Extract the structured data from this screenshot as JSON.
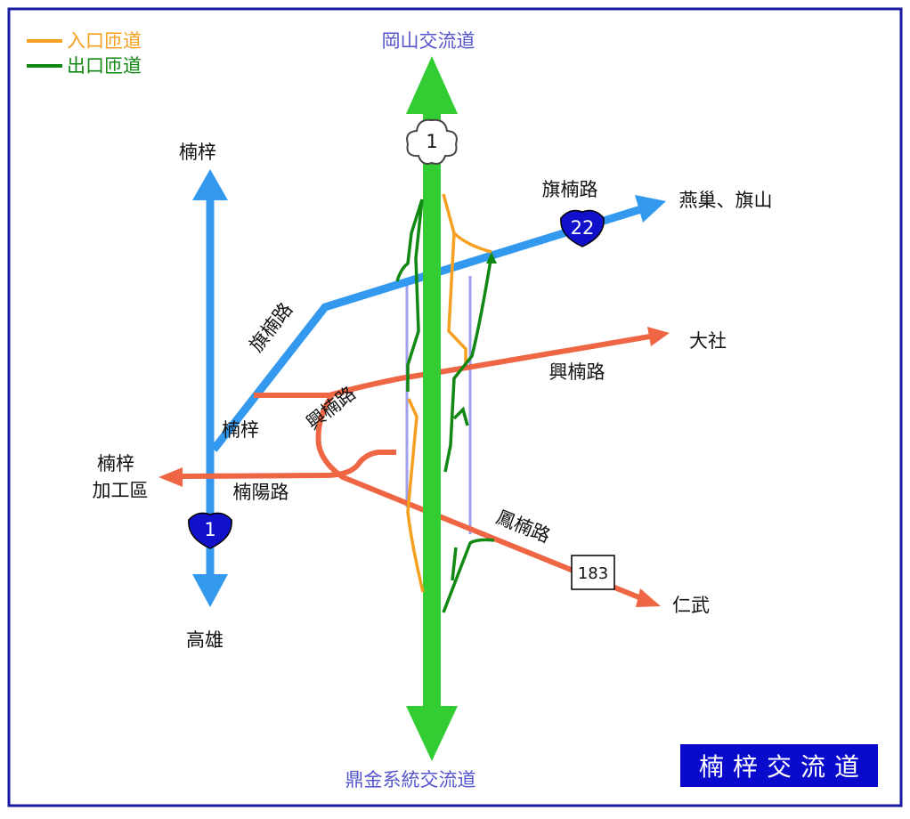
{
  "colors": {
    "frame": "#1a1aa0",
    "freeway": "#33cc33",
    "blue_road": "#3399ee",
    "red_road": "#ee6644",
    "entrance": "#f5a020",
    "exit": "#118811",
    "lavender": "#a0a0ee",
    "blue_label": "#5555cc",
    "shield_blue": "#1111cc",
    "title_bg": "#0a0acc"
  },
  "legend": {
    "entrance": "入口匝道",
    "exit": "出口匝道"
  },
  "freeway": {
    "north_label": "岡山交流道",
    "south_label": "鼎金系統交流道",
    "shield": "1"
  },
  "labels": {
    "nanzi_north": "楠梓",
    "gaoxiong": "高雄",
    "qinan_road_upper": "旗楠路",
    "qinan_road_diag": "旗楠路",
    "yanchao": "燕巢、旗山",
    "dashe": "大社",
    "xingnan_right": "興楠路",
    "xingnan_left": "興楠路",
    "nanzi_junction": "楠梓",
    "export_zone_1": "楠梓",
    "export_zone_2": "加工區",
    "nanyang_road": "楠陽路",
    "fengnan_road": "鳳楠路",
    "renwu": "仁武"
  },
  "shields": {
    "provincial_1": "1",
    "provincial_22": "22",
    "county_183": "183"
  },
  "title": "楠梓交流道"
}
